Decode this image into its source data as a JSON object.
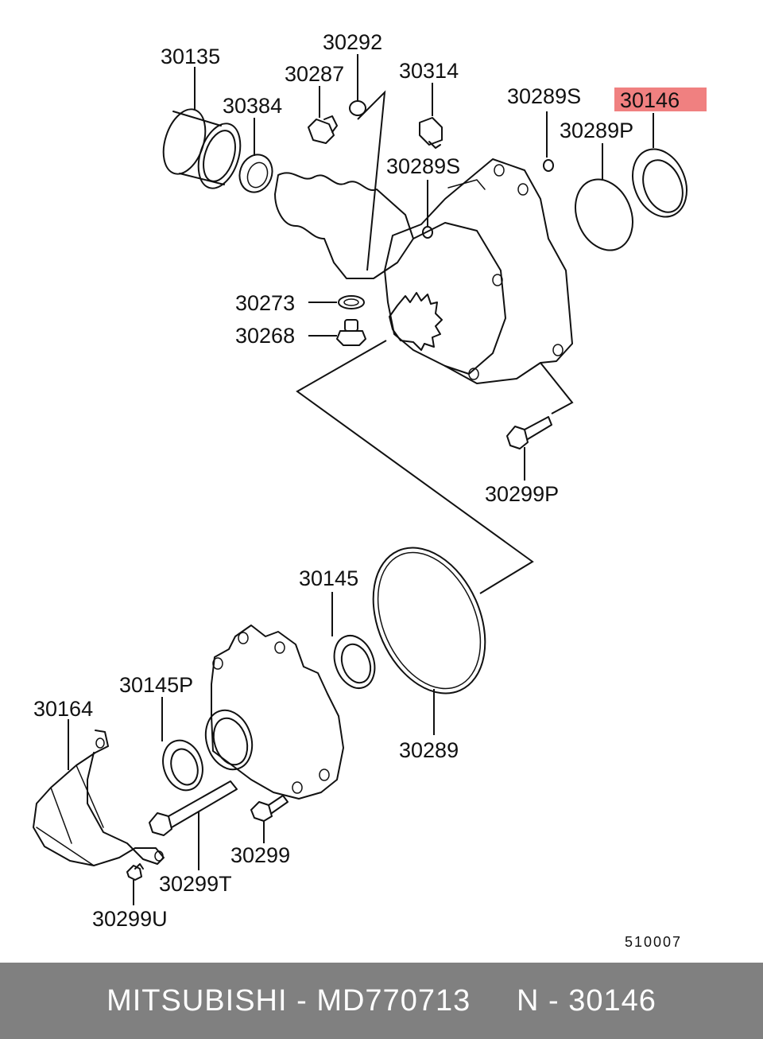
{
  "highlight_color": "#f08080",
  "footer_background": "#808080",
  "footer": {
    "text": "MITSUBISHI - MD770713     N - 30146"
  },
  "diagram_code": "510007",
  "highlighted_part": "30146",
  "labels": {
    "p30135": "30135",
    "p30292": "30292",
    "p30287": "30287",
    "p30314": "30314",
    "p30384": "30384",
    "p30289s_top": "30289S",
    "p30146": "30146",
    "p30289p": "30289P",
    "p30289s_mid": "30289S",
    "p30273": "30273",
    "p30268": "30268",
    "p30299p": "30299P",
    "p30145": "30145",
    "p30145p": "30145P",
    "p30164": "30164",
    "p30289": "30289",
    "p30299": "30299",
    "p30299t": "30299T",
    "p30299u": "30299U"
  }
}
